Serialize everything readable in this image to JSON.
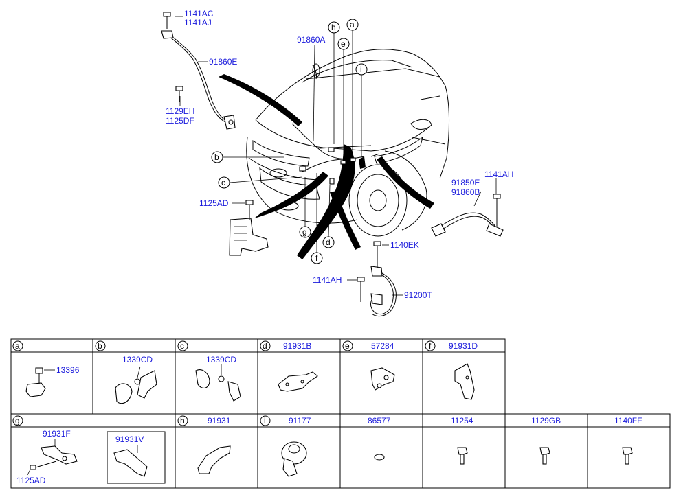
{
  "callouts": {
    "p1141AC": "1141AC",
    "p1141AJ": "1141AJ",
    "p91860E": "91860E",
    "p1129EH": "1129EH",
    "p1125DF": "1125DF",
    "p91860A": "91860A",
    "p1125AD": "1125AD",
    "p1141AH_r": "1141AH",
    "p91850E": "91850E",
    "p91860B": "91860B",
    "p1140EK": "1140EK",
    "p1141AH_b": "1141AH",
    "p91200T": "91200T"
  },
  "letters": {
    "a": "a",
    "b": "b",
    "c": "c",
    "d": "d",
    "e": "e",
    "f": "f",
    "g": "g",
    "h": "h",
    "i": "i"
  },
  "table": {
    "row1": [
      {
        "letter": "a",
        "title": "",
        "part": "13396"
      },
      {
        "letter": "b",
        "title": "",
        "part": "1339CD"
      },
      {
        "letter": "c",
        "title": "",
        "part": "1339CD"
      },
      {
        "letter": "d",
        "title": "91931B",
        "part": ""
      },
      {
        "letter": "e",
        "title": "57284",
        "part": ""
      },
      {
        "letter": "f",
        "title": "91931D",
        "part": ""
      }
    ],
    "row2": [
      {
        "letter": "g",
        "title": "",
        "part_top": "91931F",
        "part_bottom": "1125AD",
        "part_box": "91931V"
      },
      {
        "letter": "h",
        "title": "91931"
      },
      {
        "letter": "i",
        "title": "91177"
      },
      {
        "letter": "",
        "title": "86577"
      },
      {
        "letter": "",
        "title": "11254"
      },
      {
        "letter": "",
        "title": "1129GB"
      },
      {
        "letter": "",
        "title": "1140FF"
      }
    ]
  }
}
